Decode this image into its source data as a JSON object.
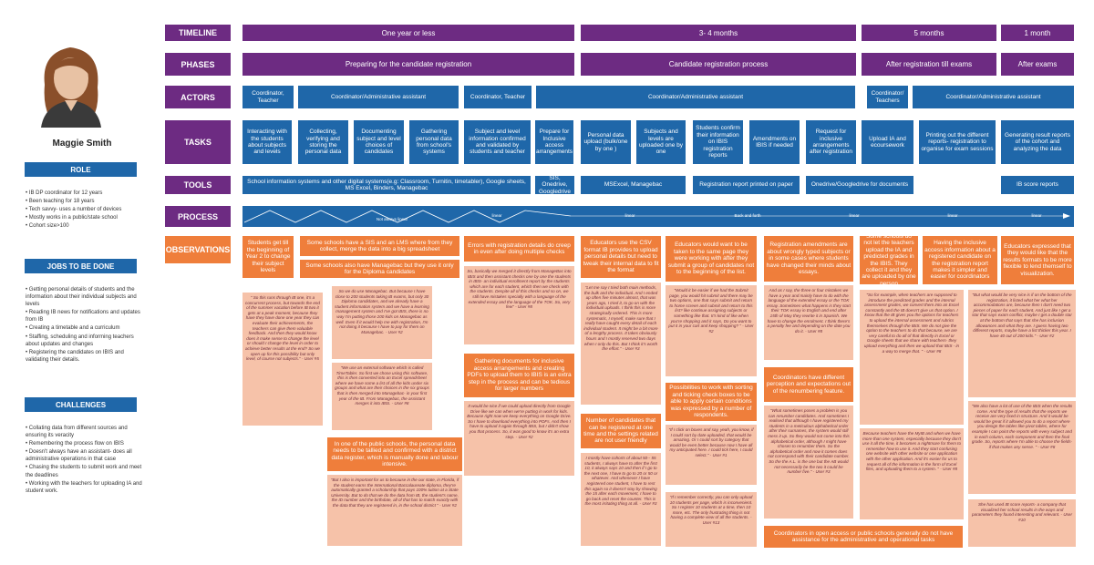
{
  "persona": {
    "name": "Maggie Smith",
    "role_header": "ROLE",
    "role_items": [
      "IB DP coordinator for 12 years",
      "Been teaching for 18 years",
      "Tech savvy- uses a number of devices",
      "Mostly works in a public/state school",
      "Cohort size>100"
    ],
    "jobs_header": "JOBS TO BE DONE",
    "jobs_items": [
      "Getting personal details of students and the information about their individual subjects and levels",
      "Reading IB news for notifications and updates from IB",
      "Creating a timetable and a curriculum",
      "Staffing, scheduling and informing teachers about updates and changes",
      "Registering the candidates on IBIS and validating their details."
    ],
    "challenges_header": "CHALLENGES",
    "challenges_items": [
      "Collating data from different sources and ensuring its veracity",
      "Remembering the process flow on IBIS",
      "Doesn't always have an assistant- does all administrative operations in that case",
      "Chasing the students to submit work and meet the deadlines",
      "Working with the teachers for uploading IA and student work."
    ]
  },
  "row_labels": {
    "timeline": "TIMELINE",
    "phases": "PHASES",
    "actors": "ACTORS",
    "tasks": "TASKS",
    "tools": "TOOLS",
    "process": "PROCESS",
    "observations": "OBSERVATIONS"
  },
  "timeline": [
    "One year or less",
    "3- 4 months",
    "5 months",
    "1 month"
  ],
  "phases": [
    "Preparing for the candidate registration",
    "Candidate registration process",
    "After registration till exams",
    "After exams"
  ],
  "actors": [
    "Coordinator, Teacher",
    "Coordinator/Administrative assistant",
    "Coordinator, Teacher",
    "Coordinator/Administrative assistant",
    "Coordinator/ Teachers",
    "Coordinator/Administrative assistant"
  ],
  "tasks": [
    "Interacting with the students about subjects and levels",
    "Collecting, verifying and storing the personal data",
    "Documenting subject and level choices of candidates",
    "Gathering personal data from school's systems",
    "Subject and level information confirmed and validated by students and teacher",
    "Prepare for Inclusive access arrangements",
    "Personal data upload (bulk/one by one )",
    "Subjects and levels are uploaded one by one",
    "Students confirm their information on IBIS registration reports",
    "Amendments on IBIS if needed",
    "Request for inclusive arrangements after registration",
    "Upload IA and ecoursework",
    "Printing out the different reports- registration to organise for exam sessions",
    "Generating result reports of the cohort and analyzing the data"
  ],
  "tools": [
    "School information systems  and other digital systems(e.g: Classroom, Turnitin, timetabler), Google sheets, MS Excel, Binders, Managebac",
    "SIS, Onedrive, Googledrive",
    "MSExcel, Managebac",
    "Registration report printed on paper",
    "Onedrive/Googledrive for documents",
    "IB score reports"
  ],
  "process_labels": [
    "Not always linear",
    "linear",
    "linear",
    "Back and forth",
    "linear",
    "linear",
    "linear"
  ],
  "observations": {
    "o1": "Students get till the beginning of Year 2 to change their subject levels",
    "o2": "Some schools have a SIS and an LMS  where from they collect, merge the data into  a big spreadsheet",
    "o3": "Some schools also have Managebac but they use it only for the Diploma candidates",
    "o4": "Errors with registration details do creep in even after doing multiple checks",
    "o5": "Educators use the CSV format IB provides to upload personal details but need to tweak their internal data to fit the format",
    "o6": "Educators would want to be taken to the same page they were working with after they submit a group of candidates not to the beginning of the list.",
    "o7": "Registration amendments are about wrongly typed subjects or in some cases where students have changed their minds about essays.",
    "o8": "Some schools do not let the teachers upload the IA and predicted grades in the IBIS. They collect it and they are uploaded by one person",
    "o9": "Having the inclusive access information about a registered candidate on the registration report makes it simpler and easier for coordinators",
    "o10": "Educators expressed that they would like that the results  formats to be more flexible to lend themself to visualization.",
    "o11": "Gathering documents for inclusive access arrangements and creating PDFs to upload them to IBIS is an extra step in the process and can be tedious for larger numbers",
    "o12": "Possibilities to work with sorting and ticking check boxes to be able to apply certain conditions was expressed by a number of respondents.",
    "o13": "Coordinators have different perception and expectations out of the renumbering feature.",
    "o14": "In one of the public schools, the personal data needs to be tallied and confirmed with a district data register, which is manually done and labour intensive.",
    "o15": "Number of candidates that can be registered at one time and the settings related are not user friendly",
    "o16": "Coordinators in open access or public schools generally do not have assistance for the administrative and operational tasks"
  },
  "quotes": {
    "q1": "\" So this runs through IB one, it's a concurrent process, but towards the end of the summer vacation before IB two it gets at a peak moment, because they have they have done one year they can evaluate their achievements, the teachers can give them valuable feedback. And then they would know does it make sense to change the level or should I change the level in order to achieve better results at the end? So we open up for this possibility but only level, of course not subjects.\" - User #5",
    "q2": "So we do use Managebac. But because I have close to 200 students taking IB exams, but only 30 Diploma candidates, and we already have a student information system and we have a learning management system and I've got IBIS, there is no way I'm putting those 200 kids on Managebac as well. Even if it would help me with registration, I'm not doing it because I have to pay for them on Managebac. - User #2",
    "q3": "\"We use an external software which is called TimeTabler. So first we chose using this software, this is then converted into an Excel  spreadsheet where we have some a list of all the kids under six groups and what are their choices in the six groups that is then merged into Managebac- in your first year of the IB. From Managebac, the assistant merges it into IBIS. - User #8",
    "q4": "So, basically we merged it directly from ManageBac into IBIS and then assistant checks one by one the students in IBIS- an individual enrollment report by the students which are for each student, which then we check with the students. Despite all of this checks and so on, we still have mistakes specially with a language of the extended essay and the language of the TOK. So, very few\" - User #8",
    "q5": "\"Let me say I tried both main methods, the bulk and the individual. And I ended up often five minutes almost, that was years ago, I tried it, to go on with the individual uploads. I think this is more strategically ordered. This is more systematic, I myself, make sure that I really have caught every detail of each individual student. It might be a bit more of a lengthy process. It takes obviously hours and I mostly reserved two days when I only do this. But I think it's worth the effort.\" - User #3",
    "q6": "\"Would it be easier if we had the Submit page, you would hit submit and there may be two options, one that says submit and return to home screen and submit and return to this list? like continue assigning subjects or something like that. It's kind of like when you're shopping and it says, Do you want to put it in your cart and keep shopping?  \" - User #2",
    "q7": "And as I say, the three or four mistakes we have a year and mainly have to do with the language of the extended essay or the TOK essay. Sometimes what happens is they start their TOK essay in English and end after 15th of May they rewrite it in Spanish. We have to change the enrolment. I think there's a penalty fee and depending on the date you do it. - User #8",
    "q8": "\"So for example, when teachers are supposed to introduce the predicted grades and the internal assessment grades, we convert them into an Excel constantly and the IB doesn't give us that option. I know that the IB gives you the options for teachers to upload the internal assessment and rubrics themselves through the IBIS. We do not give the option to the teachers to do that because, we are very careful to do all of that directly in Excel or Google sheets that we share with teachers- they upload everything and then we upload that IBIS - in a way to merge that. \" - User #8",
    "q9": "\"But what would be very nice is if on the bottom of the registration, it listed what her what her accommodations are, because then I don't need two pieces of paper for each student. And just like I get a star that says exam conflict, maybe I get a double star at the bottom that says that she has inclusion allowances and what they are. I guess having two different reports, maybe have a list thicker this year. I have 40 out of 200 kids.\" - User #2",
    "q10": "It would be nice if we could upload directly from Google Drive like we can when we're putting in work for kids. Because right now we keep everything on Google Drive. So I have to download everything into PDFs. And then I have to upload it again through IBIS, but I didn't show you that process. So, it was good to know it's an extra step. - User #2",
    "q11": "\"If I click on boxes and say, yeah, you know, if I could sort by date uploaded, that would be amazing. Or I could sort by category that would be even better because now I have all my anticipated here. I could tick here, I could select.\" - User #1",
    "q12": "\"What sometimes poses a problem is you can renumber candidates. And sometimes I realised that although I have registered my students in a meticulous alphabetical order after their surnames, the system would still mess it up. So they would not come into this alphabetical order, although I might have chosen to renumber them. So the alphabetical order and now it comes does not correspond with their candidate number. So the the A.L. is the one but the AB would not necessarily be the two it could be number five.\" - User #3",
    "q13": "Because teachers have the MyIB and when we have more than one system, especially because they don't use it all the time, it becomes a nightmare for them to remember how to use it.  And they start confusing one website with other website or one application with the other application. And it's easier for us to request all of the information in the form of Excel files, and uploading them to a system. \" - User #8",
    "q14": "\"We also have a lot of use of the IBIS when the results come. And the type of results that the reports we receive are very fixed in structure. And it would be would be great if it allowed you to do a report where you design the tables like pivot tables, where for example I can point the reports with every subject and in each column, each component and then the final grade. So, reports where I'm able to choose the fields- if that makes any sense. \" - User #8",
    "q15": "\"But I also is important for us to because in the our state, in Florida, if the student earns the International Baccalaureate diploma, they're automatically granted a scholarship that pays 100% tuition at a State University. But to do that we do the data from IB, the student's name, the ID number and the birthdate, all of that has to match exactly with the data that they are registered in, in the school district \" - User #2",
    "q16": "I mostly have cohorts of about 50-- 55 students, I always have to after the first 10, it always says 10 and then if I go to the next one, I have to go to 20 or 50 or whatever. And whenever I have registered one student, I have to rest this again so it doesn't stay by showing the 15 after each movement, I have to go back and reset the counter. This is the most irritating thing at all. - User #3",
    "q17": "\"If I remember correctly, you can only upload 10 students per page, which is inconvenient. So I register 10 students at a time, then 10 more, etc. The only frustrating thing is not having a complete view of all the students. - User #13",
    "q18": "She has used IB score reports- a company that visualized her school results in the ways and parameters they found interesting and relevant. - User #10"
  }
}
